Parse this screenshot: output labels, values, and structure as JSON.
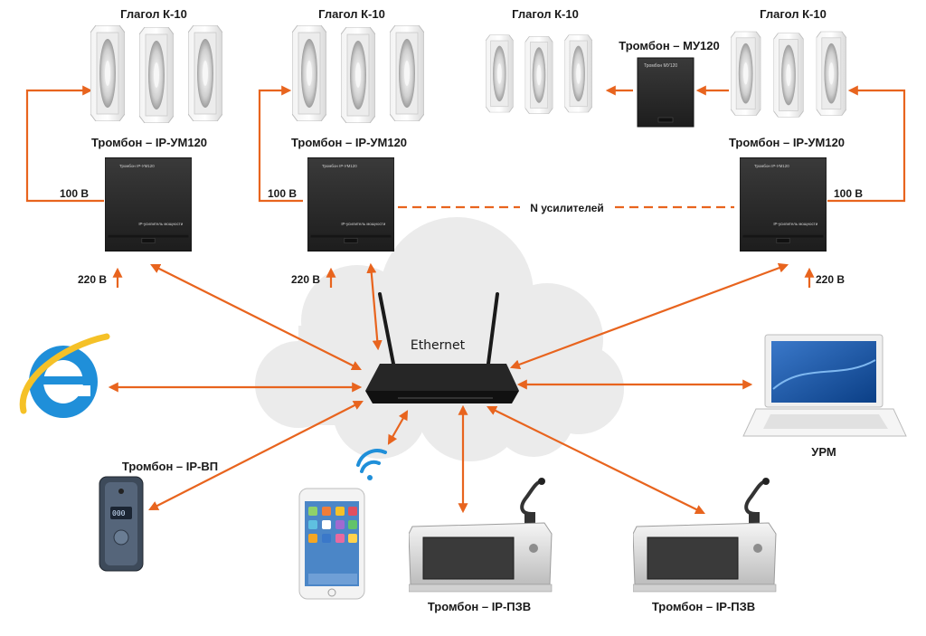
{
  "colors": {
    "accent": "#e8641e",
    "device": "#2a2a2a",
    "cloud": "#ececec"
  },
  "speaker_label": "Глагол К-10",
  "amplifier_label": "Тромбон – IP-УМ120",
  "booster_label": "Тромбон – МУ120",
  "voltage_100": "100 В",
  "voltage_220": "220 В",
  "n_amplifiers": "N усилителей",
  "network_label": "Ethernet",
  "workstation_label": "УРМ",
  "intercom_label": "Тромбон – IP-ВП",
  "console_label": "Тромбон – IP-ПЗВ",
  "icons": [
    "speaker-column-icon",
    "amplifier-icon",
    "router-icon",
    "browser-icon",
    "laptop-icon",
    "smartphone-icon",
    "wifi-icon",
    "intercom-panel-icon",
    "microphone-console-icon"
  ]
}
